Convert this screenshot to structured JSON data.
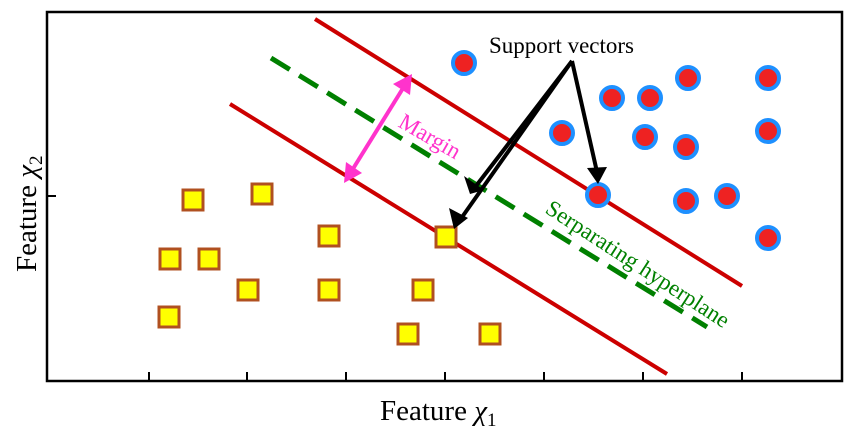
{
  "axes": {
    "x_label_prefix": "Feature ",
    "x_label_var": "χ",
    "x_label_sub": "1",
    "y_label_prefix": "Feature ",
    "y_label_var": "χ",
    "y_label_sub": "2"
  },
  "annotations": {
    "support_vectors": "Support vectors",
    "margin": "Margin",
    "hyperplane": "Serparating hyperplane"
  },
  "colors": {
    "frame": "#000000",
    "margin_line": "#cc0000",
    "hyperplane": "#008000",
    "margin_arrow": "#ff33cc",
    "arrow": "#000000",
    "square_fill": "#ffff00",
    "square_edge": "#b05020",
    "circle_fill": "#ee2222",
    "circle_edge": "#1e90ff",
    "hyperplane_label": "#008000",
    "margin_label": "#ff33cc"
  }
}
